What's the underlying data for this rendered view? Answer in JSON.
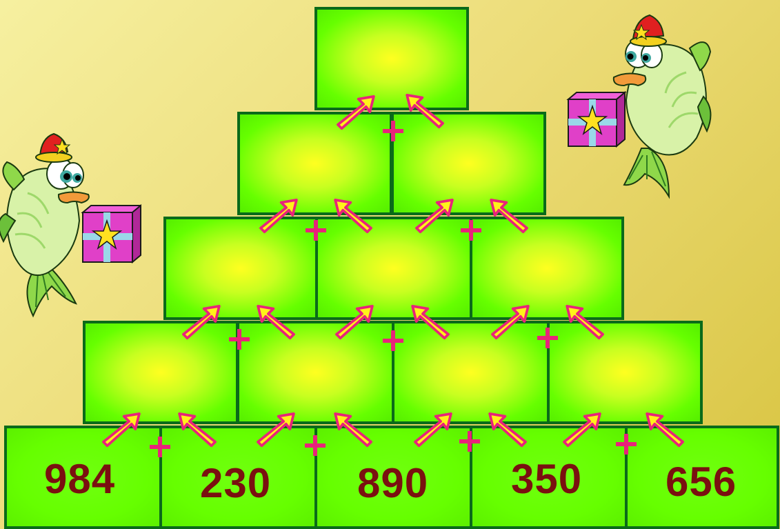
{
  "game": {
    "base_numbers": [
      "984",
      "230",
      "890",
      "350",
      "656"
    ],
    "plus_sign": "+"
  }
}
